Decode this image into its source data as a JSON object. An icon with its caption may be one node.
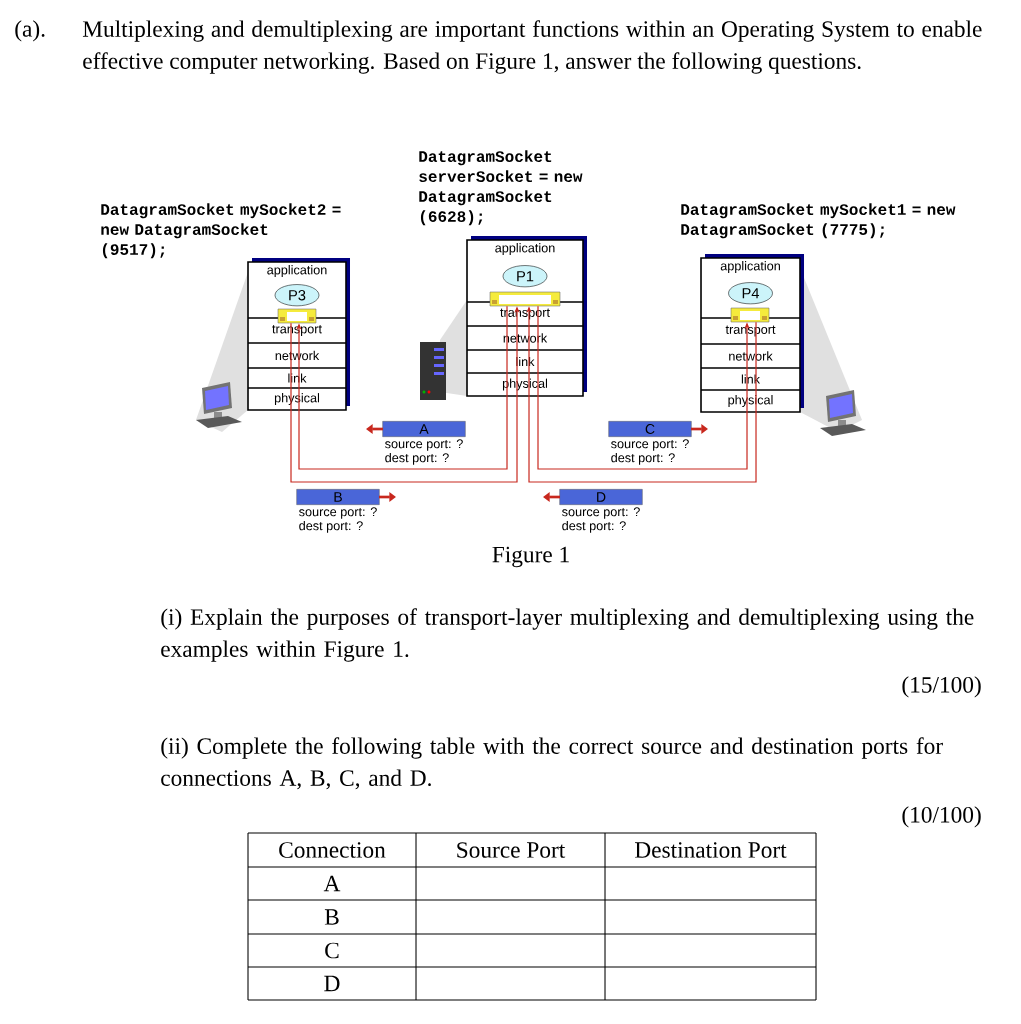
{
  "diagram": {
    "caption": "Figure 1",
    "nodes": [
      {
        "text": [
          "application",
          "transport",
          "network",
          "link",
          "physical"
        ],
        "beside": [
          "DatagramSocket mySocket2 = new DatagramSocket",
          "(9517);"
        ]
      },
      {
        "text": [
          "P3"
        ],
        "in": 0
      },
      {
        "text": [],
        "shape": "box",
        "in": 0
      },
      {
        "text": [
          "application",
          "transport",
          "network",
          "link",
          "physical"
        ],
        "beside": [
          "DatagramSocket serverSocket = new DatagramSocket",
          "(6628);"
        ]
      },
      {
        "text": [
          "P1"
        ],
        "in": 3
      },
      {
        "text": [],
        "shape": "box",
        "in": 3
      },
      {
        "text": [
          "application",
          "transport",
          "network",
          "link",
          "physical"
        ],
        "beside": [
          "DatagramSocket mySocket1 = new DatagramSocket (7775);"
        ]
      },
      {
        "text": [
          "P4"
        ],
        "in": 6
      },
      {
        "text": [],
        "shape": "box",
        "in": 6
      },
      {
        "text": [
          "A"
        ],
        "beside": [
          "source port: ?",
          "dest port: ?"
        ]
      },
      {
        "text": [
          "B"
        ],
        "beside": [
          "source port: ?",
          "dest port: ?"
        ]
      },
      {
        "text": [
          "C"
        ],
        "beside": [
          "source port: ?",
          "dest port: ?"
        ]
      },
      {
        "text": [
          "D"
        ],
        "beside": [
          "source port: ?",
          "dest port: ?"
        ]
      }
    ],
    "edges": [
      {
        "from": 5,
        "to": 2,
        "arrow": "to"
      },
      {
        "from": 2,
        "to": 5,
        "arrow": "to"
      },
      {
        "from": 5,
        "to": 8,
        "arrow": "to"
      },
      {
        "from": 8,
        "to": 5,
        "arrow": "to"
      }
    ],
    "labels": [
      "(a).",
      "Multiplexing and demultiplexing are important functions within an Operating System to enable effective computer networking. Based on Figure 1, answer the following questions.",
      "(i) Explain the purposes of transport-layer multiplexing and demultiplexing using the examples within Figure 1.",
      "(15/100)",
      "(ii) Complete the following table with the correct source and destination ports for connections A, B, C, and D.",
      "(10/100)",
      "Connection",
      "Source Port",
      "Destination Port",
      "A",
      "B",
      "C",
      "D"
    ]
  }
}
